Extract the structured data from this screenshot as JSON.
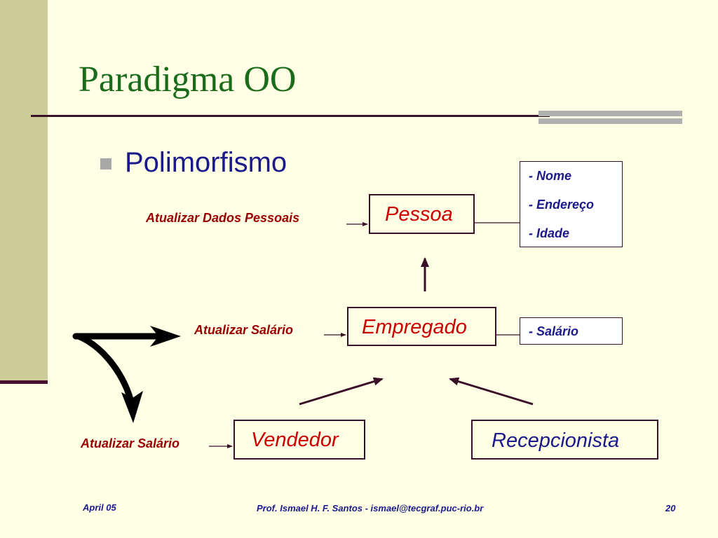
{
  "slide": {
    "title": "Paradigma OO",
    "bullet": "Polimorfismo"
  },
  "boxes": {
    "pessoa": "Pessoa",
    "empregado": "Empregado",
    "vendedor": "Vendedor",
    "recepcionista": "Recepcionista"
  },
  "methods": {
    "atualizar_dados_pessoais": "Atualizar Dados Pessoais",
    "atualizar_salario_empregado": "Atualizar Salário",
    "atualizar_salario_vendedor": "Atualizar Salário"
  },
  "attributes": {
    "pessoa": [
      "- Nome",
      "- Endereço",
      "- Idade"
    ],
    "empregado": [
      "- Salário"
    ]
  },
  "footer": {
    "date": "April 05",
    "author": "Prof. Ismael H. F. Santos -  ismael@tecgraf.puc-rio.br",
    "page": "20"
  },
  "colors": {
    "background": "#ffffe6",
    "title": "#1a6b1a",
    "bullet_text": "#1a1a8c",
    "box_text": "#cc0000",
    "method_text": "#990000",
    "attribute_text": "#1a1a8c",
    "lines": "#3a1028"
  }
}
